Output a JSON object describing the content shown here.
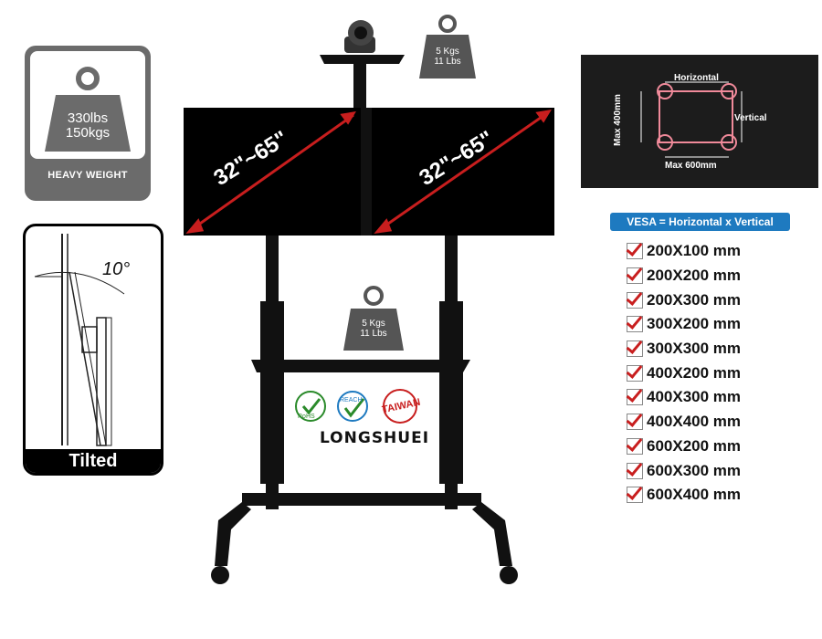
{
  "heavy_weight_card": {
    "weight_lbs": "330lbs",
    "weight_kgs": "150kgs",
    "label": "HEAVY WEIGHT"
  },
  "tilt_card": {
    "angle_label": "10°",
    "label": "Tilted"
  },
  "top_tray_weight": {
    "kgs": "5 Kgs",
    "lbs": "11 Lbs"
  },
  "middle_shelf_weight": {
    "kgs": "5 Kgs",
    "lbs": "11 Lbs"
  },
  "screens": {
    "left_size": "32\"~65\"",
    "right_size": "32\"~65\""
  },
  "certifications": {
    "rohs": "RoHS",
    "reach": "REACH",
    "taiwan": "TAIWAN"
  },
  "brand": "LONGSHUEI",
  "vesa_diagram": {
    "horizontal": "Horizontal",
    "vertical": "Vertical",
    "max_horizontal": "Max  600mm",
    "max_vertical": "Max  400mm"
  },
  "vesa_title": "VESA = Horizontal x Vertical",
  "vesa_sizes": [
    "200X100 mm",
    "200X200 mm",
    "200X300 mm",
    "300X200 mm",
    "300X300 mm",
    "400X200 mm",
    "400X300 mm",
    "400X400 mm",
    "600X200 mm",
    "600X300 mm",
    "600X400 mm"
  ],
  "colors": {
    "arrow_red": "#c81e1e",
    "vesa_blue": "#1e7ac0",
    "card_gray": "#6b6b6b",
    "circle_pink": "#f08a9a"
  }
}
